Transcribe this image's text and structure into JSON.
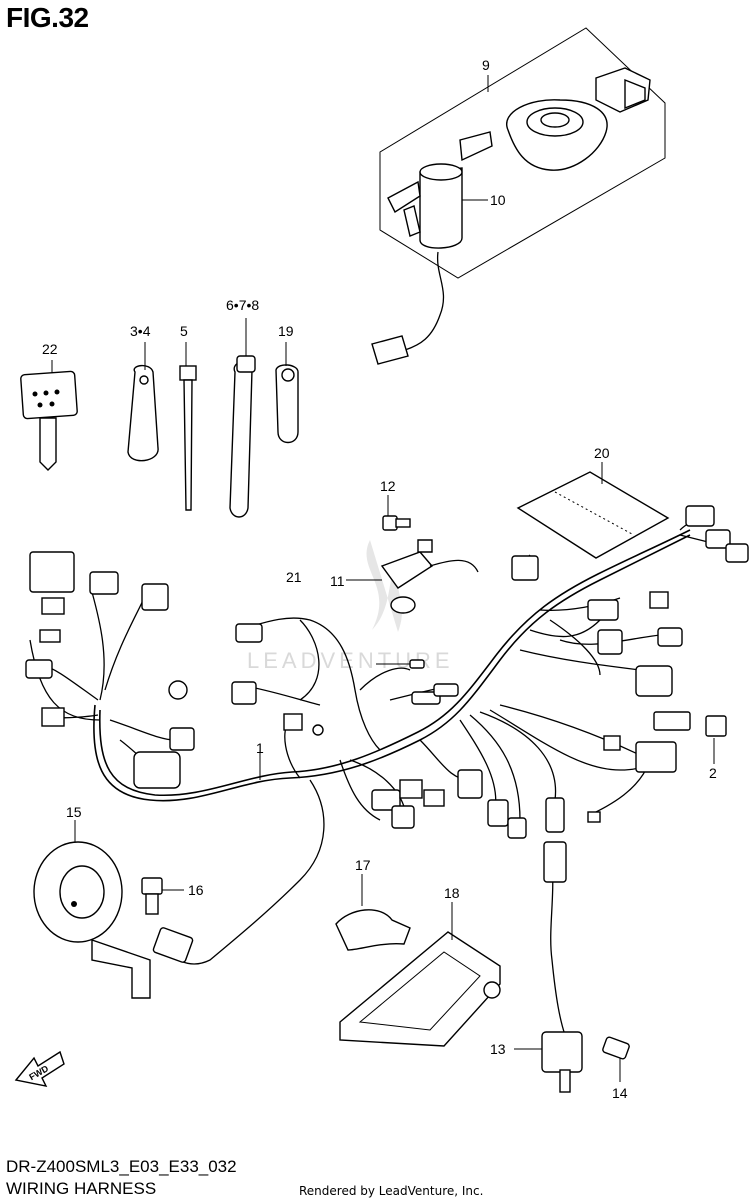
{
  "header": {
    "title": "FIG.32"
  },
  "footer": {
    "code": "DR-Z400SML3_E03_E33_032",
    "subtitle": "WIRING HARNESS",
    "credit": "Rendered by LeadVenture, Inc."
  },
  "watermark": {
    "text": "LEADVENTURE"
  },
  "callouts": [
    {
      "id": "9",
      "label": "9"
    },
    {
      "id": "10",
      "label": "10"
    },
    {
      "id": "22",
      "label": "22"
    },
    {
      "id": "3-4",
      "label": "3•4"
    },
    {
      "id": "5",
      "label": "5"
    },
    {
      "id": "6-7-8",
      "label": "6•7•8"
    },
    {
      "id": "19",
      "label": "19"
    },
    {
      "id": "20",
      "label": "20"
    },
    {
      "id": "12",
      "label": "12"
    },
    {
      "id": "11",
      "label": "11"
    },
    {
      "id": "21",
      "label": "21"
    },
    {
      "id": "1",
      "label": "1"
    },
    {
      "id": "2",
      "label": "2"
    },
    {
      "id": "15",
      "label": "15"
    },
    {
      "id": "16",
      "label": "16"
    },
    {
      "id": "17",
      "label": "17"
    },
    {
      "id": "18",
      "label": "18"
    },
    {
      "id": "13",
      "label": "13"
    },
    {
      "id": "14",
      "label": "14"
    }
  ],
  "fwd_arrow": {
    "label": "FWD"
  }
}
